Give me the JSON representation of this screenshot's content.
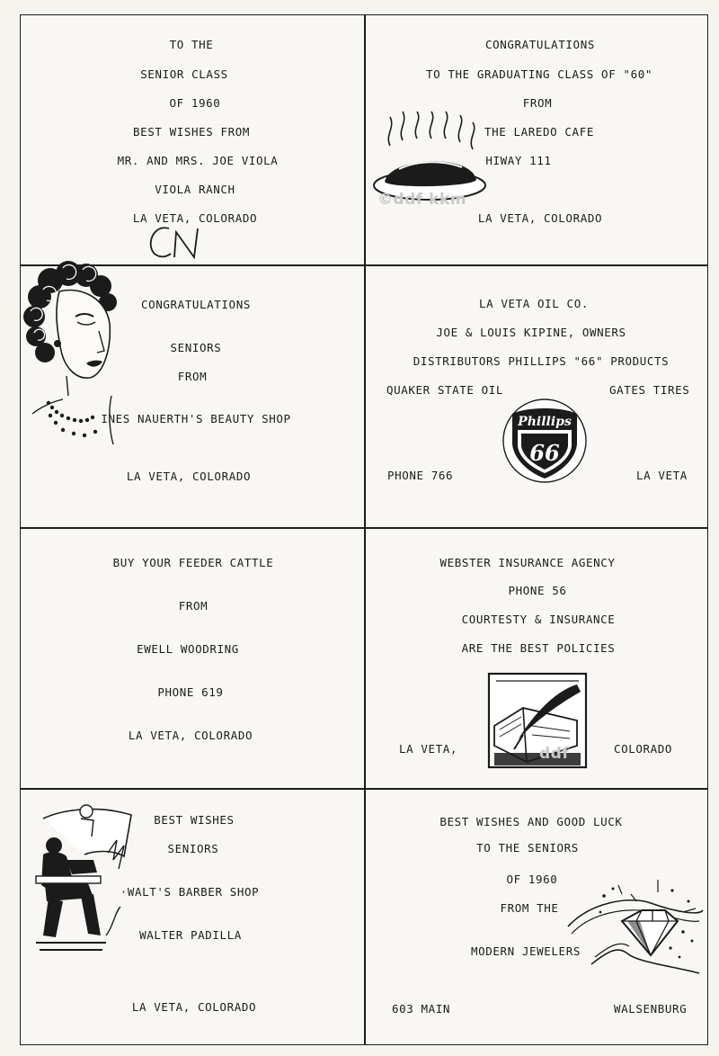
{
  "ads": {
    "viola": {
      "lines": [
        "TO THE",
        "SENIOR CLASS",
        "OF 1960",
        "BEST WISHES FROM",
        "MR. AND MRS. JOE VIOLA",
        "VIOLA RANCH",
        "LA VETA, COLORADO"
      ],
      "signature": "CN"
    },
    "laredo": {
      "lines": [
        "CONGRATULATIONS",
        "TO THE GRADUATING CLASS OF \"60\"",
        "FROM",
        "THE LAREDO CAFE",
        "HIWAY 111",
        "LA VETA, COLORADO"
      ],
      "watermark": "©ddf kkm",
      "icon": "hot-dish-icon"
    },
    "beauty": {
      "lines": [
        "CONGRATULATIONS",
        "SENIORS",
        "FROM",
        "INES NAUERTH'S BEAUTY SHOP",
        "LA VETA, COLORADO"
      ],
      "icon": "woman-portrait-icon"
    },
    "oil": {
      "lines": [
        "LA VETA OIL CO.",
        "JOE & LOUIS KIPINE, OWNERS",
        "DISTRIBUTORS PHILLIPS \"66\" PRODUCTS"
      ],
      "left_product": "QUAKER STATE OIL",
      "right_product": "GATES TIRES",
      "phone": "PHONE 766",
      "town": "LA VETA",
      "logo_word": "Phillips",
      "logo_num": "66"
    },
    "cattle": {
      "lines": [
        "BUY YOUR FEEDER CATTLE",
        "FROM",
        "EWELL WOODRING",
        "PHONE 619",
        "LA VETA, COLORADO"
      ]
    },
    "webster": {
      "lines": [
        "WEBSTER INSURANCE AGENCY",
        "PHONE 56",
        "COURTESTY & INSURANCE",
        "ARE THE BEST POLICIES"
      ],
      "left": "LA VETA,",
      "right": "COLORADO",
      "watermark": "ddf",
      "icon": "quill-book-icon"
    },
    "barber": {
      "lines": [
        "BEST WISHES",
        "SENIORS",
        "·WALT'S BARBER SHOP",
        "WALTER PADILLA",
        "LA VETA, COLORADO"
      ],
      "icon": "barber-chair-icon"
    },
    "jewelers": {
      "lines": [
        "BEST WISHES AND GOOD LUCK",
        "TO THE SENIORS",
        "OF 1960",
        "FROM THE",
        "MODERN JEWELERS"
      ],
      "address": "603 MAIN",
      "town": "WALSENBURG",
      "icon": "diamond-icon"
    }
  }
}
